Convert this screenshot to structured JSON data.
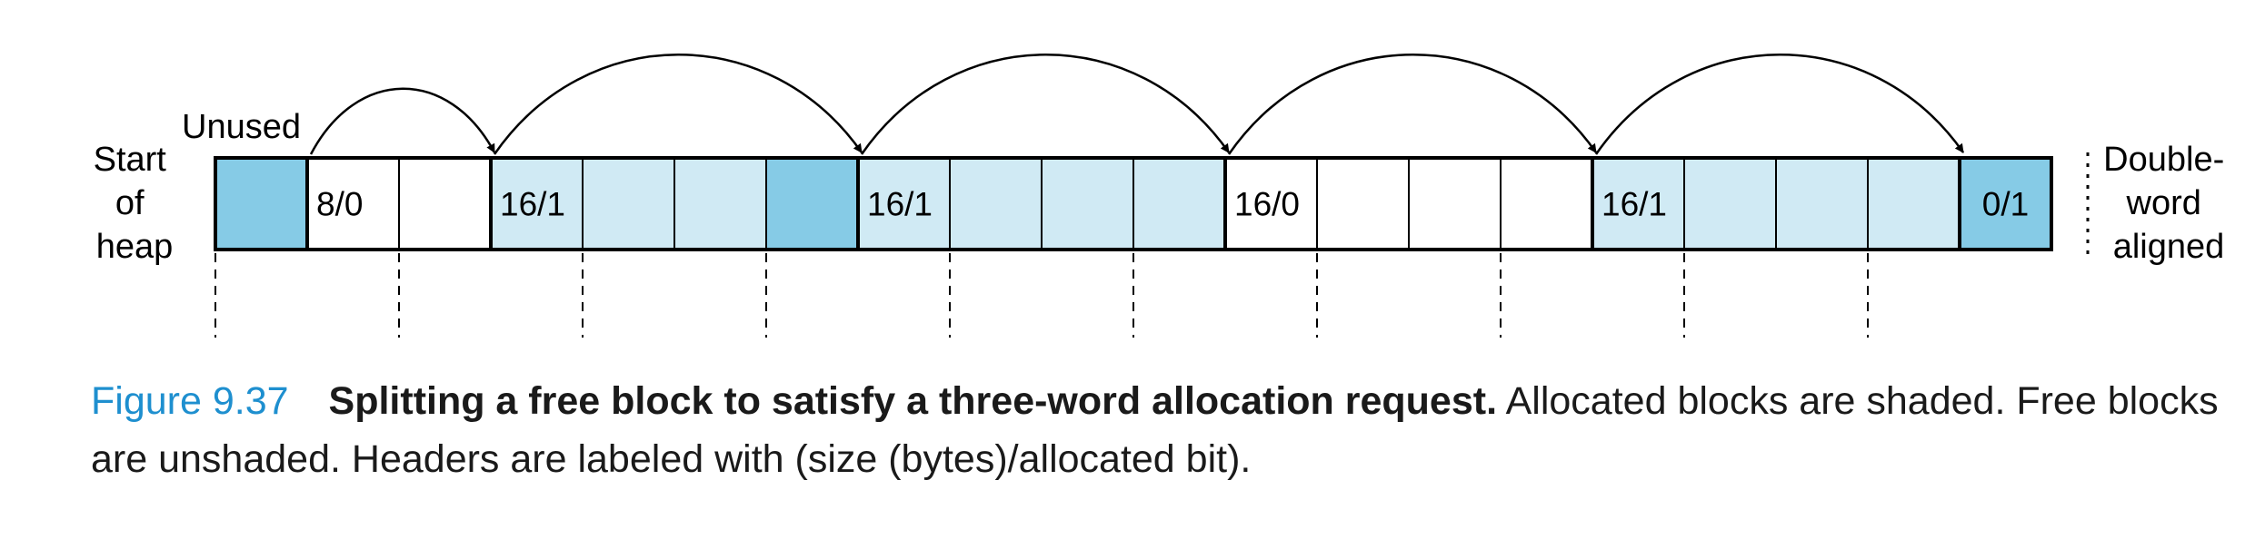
{
  "labels": {
    "start_of_heap": [
      "Start",
      "of",
      "heap"
    ],
    "unused": "Unused",
    "double_word_aligned": [
      "Double-",
      "word",
      "aligned"
    ]
  },
  "cells": [
    {
      "label": "",
      "fill": "dark"
    },
    {
      "label": "8/0",
      "fill": "white"
    },
    {
      "label": "",
      "fill": "white"
    },
    {
      "label": "16/1",
      "fill": "light"
    },
    {
      "label": "",
      "fill": "light"
    },
    {
      "label": "",
      "fill": "light"
    },
    {
      "label": "",
      "fill": "dark"
    },
    {
      "label": "16/1",
      "fill": "light"
    },
    {
      "label": "",
      "fill": "light"
    },
    {
      "label": "",
      "fill": "light"
    },
    {
      "label": "",
      "fill": "light"
    },
    {
      "label": "16/0",
      "fill": "white"
    },
    {
      "label": "",
      "fill": "white"
    },
    {
      "label": "",
      "fill": "white"
    },
    {
      "label": "",
      "fill": "white"
    },
    {
      "label": "16/1",
      "fill": "light"
    },
    {
      "label": "",
      "fill": "light"
    },
    {
      "label": "",
      "fill": "light"
    },
    {
      "label": "",
      "fill": "light"
    },
    {
      "label": "0/1",
      "fill": "dark"
    }
  ],
  "colors": {
    "dark": "#86cbe6",
    "light": "#d0eaf4",
    "white": "#ffffff",
    "accent": "#1e8fcf"
  },
  "caption": {
    "number": "Figure 9.37",
    "title": "Splitting a free block to satisfy a three-word allocation request.",
    "text": "Allocated blocks are shaded. Free blocks are unshaded. Headers are labeled with (size (bytes)/allocated bit)."
  }
}
